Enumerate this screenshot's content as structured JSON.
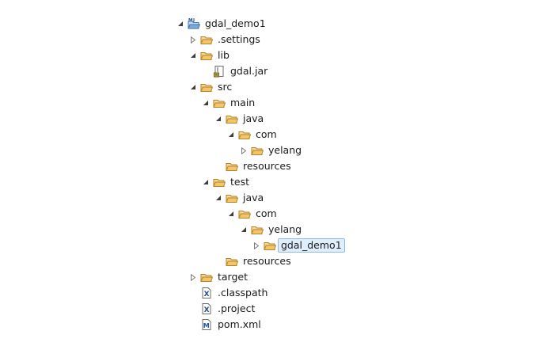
{
  "tree": [
    {
      "label": "gdal_demo1",
      "depth": 0,
      "twisty": "expanded",
      "icon": "maven-project-icon",
      "selected": false
    },
    {
      "label": ".settings",
      "depth": 1,
      "twisty": "collapsed",
      "icon": "folder-icon",
      "selected": false
    },
    {
      "label": "lib",
      "depth": 1,
      "twisty": "expanded",
      "icon": "folder-icon",
      "selected": false
    },
    {
      "label": "gdal.jar",
      "depth": 2,
      "twisty": "none",
      "icon": "jar-file-icon",
      "selected": false
    },
    {
      "label": "src",
      "depth": 1,
      "twisty": "expanded",
      "icon": "folder-icon",
      "selected": false
    },
    {
      "label": "main",
      "depth": 2,
      "twisty": "expanded",
      "icon": "folder-icon",
      "selected": false
    },
    {
      "label": "java",
      "depth": 3,
      "twisty": "expanded",
      "icon": "folder-icon",
      "selected": false
    },
    {
      "label": "com",
      "depth": 4,
      "twisty": "expanded",
      "icon": "folder-icon",
      "selected": false
    },
    {
      "label": "yelang",
      "depth": 5,
      "twisty": "collapsed",
      "icon": "folder-icon",
      "selected": false
    },
    {
      "label": "resources",
      "depth": 3,
      "twisty": "none",
      "icon": "folder-icon",
      "selected": false
    },
    {
      "label": "test",
      "depth": 2,
      "twisty": "expanded",
      "icon": "folder-icon",
      "selected": false
    },
    {
      "label": "java",
      "depth": 3,
      "twisty": "expanded",
      "icon": "folder-icon",
      "selected": false
    },
    {
      "label": "com",
      "depth": 4,
      "twisty": "expanded",
      "icon": "folder-icon",
      "selected": false
    },
    {
      "label": "yelang",
      "depth": 5,
      "twisty": "expanded",
      "icon": "folder-icon",
      "selected": false
    },
    {
      "label": "gdal_demo1",
      "depth": 6,
      "twisty": "collapsed",
      "icon": "folder-icon",
      "selected": true
    },
    {
      "label": "resources",
      "depth": 3,
      "twisty": "none",
      "icon": "folder-icon",
      "selected": false
    },
    {
      "label": "target",
      "depth": 1,
      "twisty": "collapsed",
      "icon": "folder-icon",
      "selected": false
    },
    {
      "label": ".classpath",
      "depth": 1,
      "twisty": "none",
      "icon": "xml-file-icon",
      "selected": false
    },
    {
      "label": ".project",
      "depth": 1,
      "twisty": "none",
      "icon": "xml-file-icon",
      "selected": false
    },
    {
      "label": "pom.xml",
      "depth": 1,
      "twisty": "none",
      "icon": "maven-pom-icon",
      "selected": false
    }
  ],
  "colors": {
    "folder": "#f4c56a",
    "folder_outline": "#b3822a",
    "selection_bg": "#dfeefc",
    "selection_border": "#8fb8e6"
  }
}
